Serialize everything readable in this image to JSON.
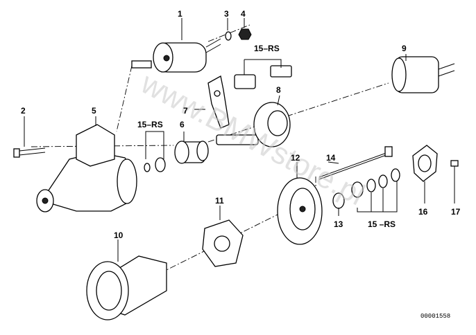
{
  "callouts": {
    "c1": "1",
    "c2": "2",
    "c3": "3",
    "c4": "4",
    "c5": "5",
    "c6": "6",
    "c7": "7",
    "c8": "8",
    "c9": "9",
    "c10": "10",
    "c11": "11",
    "c12": "12",
    "c13": "13",
    "c14": "14",
    "c15a": "15–RS",
    "c15b": "15–RS",
    "c15c": "15 –RS",
    "c16": "16",
    "c17": "17"
  },
  "reference": "00001558",
  "watermark": "www.BMWstore.pl"
}
